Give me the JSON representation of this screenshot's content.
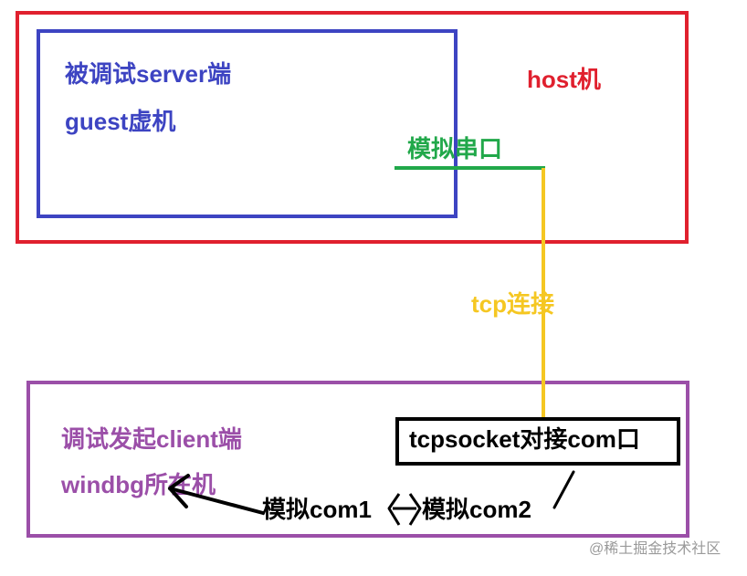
{
  "host": {
    "label": "host机",
    "color": "#e0202e"
  },
  "guest": {
    "line1": "被调试server端",
    "line2": "guest虚机",
    "color": "#3d44c2"
  },
  "serial": {
    "label": "模拟串口",
    "color": "#21a84a"
  },
  "tcp": {
    "label": "tcp连接",
    "color": "#f5c722"
  },
  "client": {
    "line1": "调试发起client端",
    "line2": "windbg所在机",
    "color": "#9b4fa8"
  },
  "bridge": {
    "label": "tcpsocket对接com口"
  },
  "com1": {
    "label": "模拟com1"
  },
  "com2": {
    "label": "模拟com2"
  },
  "watermark": {
    "text": "@稀土掘金技术社区"
  }
}
